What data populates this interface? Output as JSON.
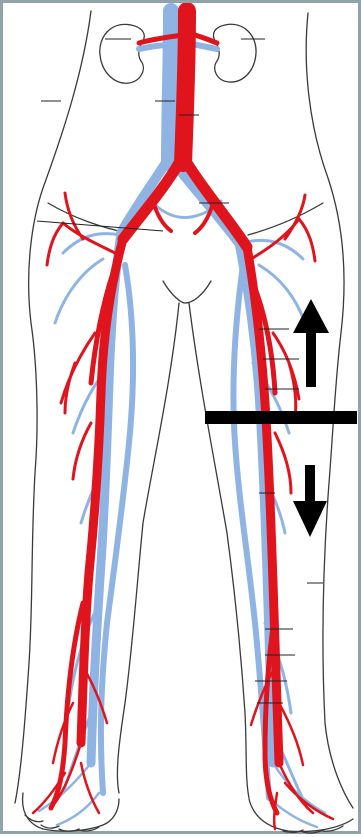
{
  "diagram": {
    "colors": {
      "artery": "#e0141c",
      "vein": "#8fb4e3",
      "outline": "#3a3a3a",
      "marker": "#000000",
      "frame": "#8fa3a8",
      "background": "#ffffff"
    },
    "structures": [
      "kidney-left",
      "kidney-right",
      "aorta",
      "inferior-vena-cava",
      "common-iliac-artery-left",
      "common-iliac-artery-right",
      "common-iliac-vein-left",
      "common-iliac-vein-right",
      "femoral-artery-left",
      "femoral-artery-right",
      "femoral-vein-left",
      "femoral-vein-right",
      "great-saphenous-vein-left",
      "great-saphenous-vein-right",
      "tibial-artery-left",
      "tibial-artery-right",
      "foot-left",
      "foot-right"
    ],
    "annotation_markers": {
      "up_arrow_icon": "arrow-up-icon",
      "down_arrow_icon": "arrow-down-icon",
      "divider": "horizontal-bar"
    }
  }
}
